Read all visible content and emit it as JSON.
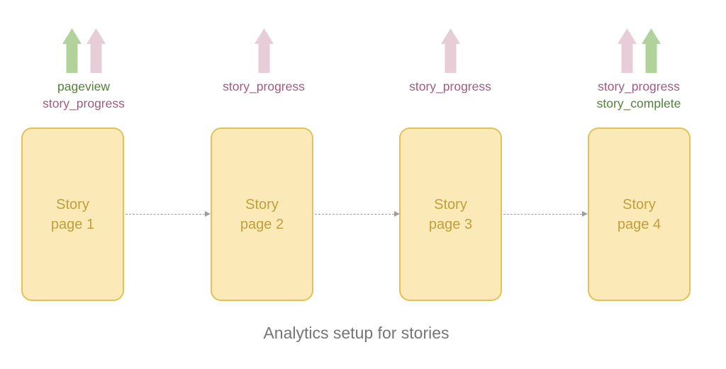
{
  "diagram": {
    "title": "Analytics setup for stories",
    "colors": {
      "box_fill": "#fbe9b8",
      "box_border": "#e3c159",
      "box_text": "#bfa03c",
      "arrow_green": "#b1d29b",
      "arrow_pink": "#e6cdd8",
      "label_green": "#53803a",
      "label_pink": "#a25980",
      "connector": "#9e9e9e",
      "title_text": "#757575"
    },
    "stages": [
      {
        "box_label": "Story\npage 1",
        "events": [
          {
            "name": "pageview",
            "type": "green"
          },
          {
            "name": "story_progress",
            "type": "pink"
          }
        ]
      },
      {
        "box_label": "Story\npage 2",
        "events": [
          {
            "name": "story_progress",
            "type": "pink"
          }
        ]
      },
      {
        "box_label": "Story\npage 3",
        "events": [
          {
            "name": "story_progress",
            "type": "pink"
          }
        ]
      },
      {
        "box_label": "Story\npage 4",
        "events": [
          {
            "name": "story_progress",
            "type": "pink"
          },
          {
            "name": "story_complete",
            "type": "green"
          }
        ]
      }
    ]
  }
}
